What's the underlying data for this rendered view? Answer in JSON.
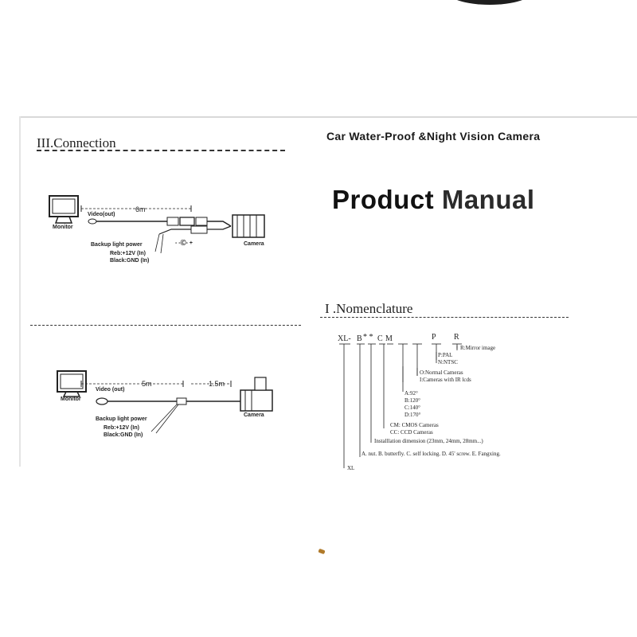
{
  "connection": {
    "title": "III.Connection",
    "diagram1": {
      "monitor_label": "Monitor",
      "length_label": "6m",
      "video_label": "Video(out)",
      "backup_label": "Backup light power",
      "red_label": "Reb:+12V (In)",
      "black_label": "Black:GND (In)",
      "dc_label": "- -Ⓒ- +",
      "camera_label": "Camera"
    },
    "diagram2": {
      "monitor_label": "Monitor",
      "length_label": "5m",
      "length2_label": "1.5m",
      "video_label": "Video (out)",
      "backup_label": "Backup light power",
      "red_label": "Reb:+12V (In)",
      "black_label": "Black:GND (In)",
      "camera_label": "Camera"
    }
  },
  "cover": {
    "brand_title": "Car Water-Proof &Night Vision Camera",
    "title_a": "Product ",
    "title_b": "Manual"
  },
  "nomenclature": {
    "title": "I .Nomenclature",
    "code_parts": [
      "XL-",
      "B",
      "* *",
      "C",
      "M",
      "P",
      "R"
    ],
    "r_label": "R:Mirror image",
    "p_label1": "P:PAL",
    "p_label2": "N:NTSC",
    "o_label1": "O:Normal Cameras",
    "o_label2": "I:Cameras with IR lcds",
    "angles": [
      "A:92°",
      "B:120°",
      "C:140°",
      "D:170°"
    ],
    "cm_label1": "CM: CMOS Cameras",
    "cm_label2": "CC: CCD Cameras",
    "install_label": "Installlation dimension (23mm, 24mm, 28mm...)",
    "b_label": "A. nut. B. butterfly. C. self locking. D. 45' screw. E. Fangxing.",
    "xl_label": "XL"
  }
}
